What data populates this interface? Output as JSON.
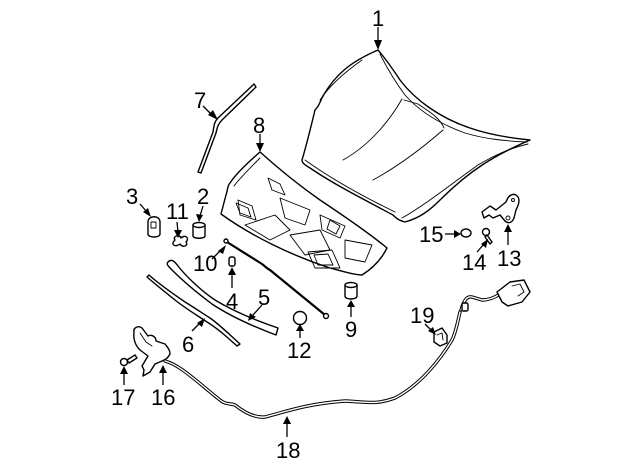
{
  "diagram": {
    "line_color": "#000000",
    "background": "#ffffff",
    "callouts": [
      {
        "number": "1"
      },
      {
        "number": "2"
      },
      {
        "number": "3"
      },
      {
        "number": "4"
      },
      {
        "number": "5"
      },
      {
        "number": "6"
      },
      {
        "number": "7"
      },
      {
        "number": "8"
      },
      {
        "number": "9"
      },
      {
        "number": "10"
      },
      {
        "number": "11"
      },
      {
        "number": "12"
      },
      {
        "number": "13"
      },
      {
        "number": "14"
      },
      {
        "number": "15"
      },
      {
        "number": "16"
      },
      {
        "number": "17"
      },
      {
        "number": "18"
      },
      {
        "number": "19"
      }
    ]
  }
}
